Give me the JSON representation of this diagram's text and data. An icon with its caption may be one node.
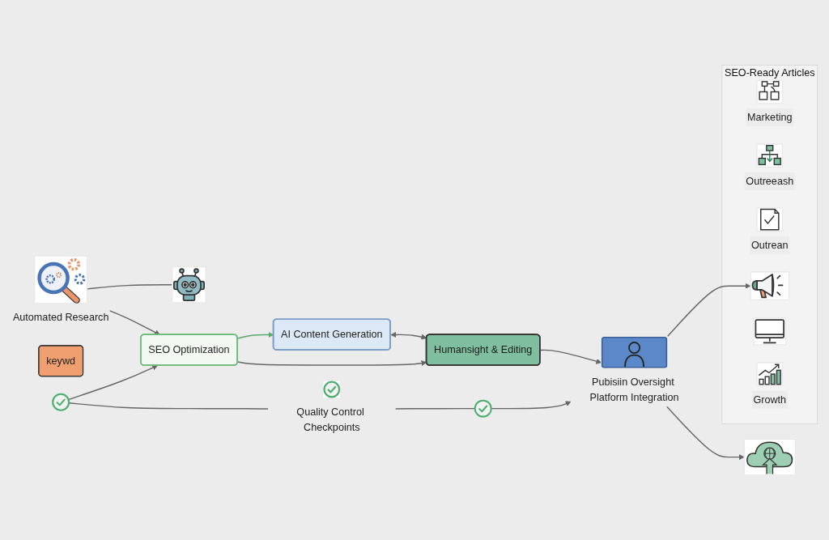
{
  "diagram": {
    "nodes": [
      {
        "text": [
          "Automated Research"
        ]
      },
      {
        "text": [],
        "shape": "robot"
      },
      {
        "text": [
          "AI Content Generation"
        ]
      },
      {
        "text": [
          "keywd"
        ]
      },
      {
        "text": [
          "SEO Optimization"
        ]
      },
      {
        "text": [
          "Humansight & Editing"
        ]
      },
      {
        "text": [],
        "shape": "circle"
      },
      {
        "text": [
          "Quality Control Checkpoints"
        ]
      },
      {
        "text": [],
        "shape": "circle"
      },
      {
        "text": [],
        "shape": "cloud"
      },
      {
        "text": [
          "Pubisiin Oversight Platform Integration"
        ]
      },
      {
        "text": [
          "SEO-Ready Articles"
        ]
      },
      {
        "text": [
          "Marketing"
        ],
        "in": 11
      },
      {
        "text": [
          "Outreeash"
        ],
        "in": 11
      },
      {
        "text": [
          "Outrean"
        ],
        "in": 11
      },
      {
        "text": [],
        "shape": "megaphone",
        "in": 11
      },
      {
        "text": [],
        "shape": "monitor",
        "in": 11
      },
      {
        "text": [
          "Growth"
        ],
        "in": 11
      }
    ],
    "edges": [
      {
        "from": 0,
        "to": 4,
        "arrow": "to"
      },
      {
        "from": 0,
        "to": 1,
        "arrow": "none"
      },
      {
        "from": 4,
        "to": 2,
        "arrow": "to",
        "color": "#5aa86a"
      },
      {
        "from": 2,
        "to": 5,
        "arrow": "both"
      },
      {
        "from": 4,
        "to": 5,
        "arrow": "to"
      },
      {
        "from": 5,
        "to": 10,
        "arrow": "to"
      },
      {
        "from": 6,
        "to": 4,
        "arrow": "to"
      },
      {
        "from": 6,
        "to": 7,
        "arrow": "none"
      },
      {
        "from": 7,
        "to": 8,
        "arrow": "none"
      },
      {
        "from": 8,
        "to": 10,
        "arrow": "to"
      },
      {
        "from": 10,
        "to": 9,
        "arrow": "to"
      },
      {
        "from": 10,
        "to": 15,
        "arrow": "to"
      }
    ]
  }
}
